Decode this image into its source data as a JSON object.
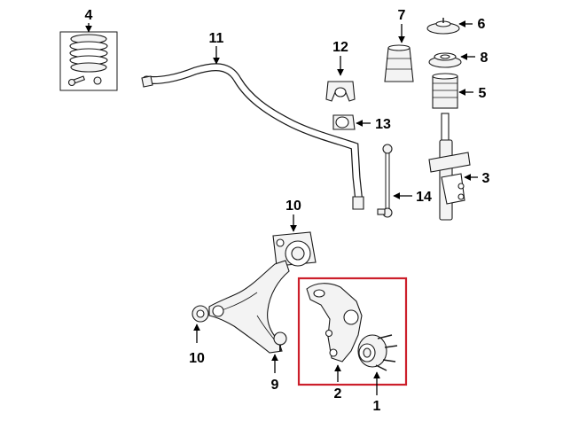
{
  "diagram": {
    "highlight_color": "#cc1f2b",
    "callouts": {
      "c1": "1",
      "c2": "2",
      "c3": "3",
      "c4": "4",
      "c5": "5",
      "c6": "6",
      "c7": "7",
      "c8": "8",
      "c9": "9",
      "c10a": "10",
      "c10b": "10",
      "c11": "11",
      "c12": "12",
      "c13": "13",
      "c14": "14"
    }
  }
}
